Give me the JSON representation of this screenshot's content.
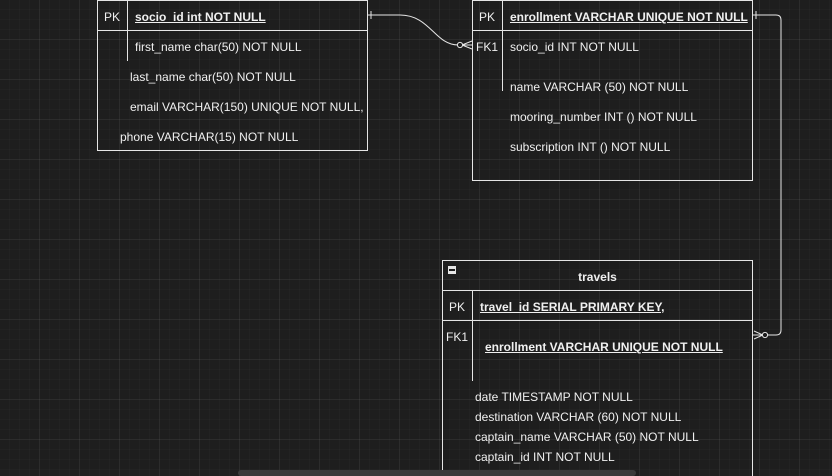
{
  "tables": {
    "socio": {
      "pk_label": "PK",
      "key_column": "socio_id int NOT NULL",
      "columns": [
        "first_name char(50) NOT NULL",
        "last_name char(50) NOT NULL",
        "email VARCHAR(150) UNIQUE NOT NULL,",
        "phone VARCHAR(15) NOT NULL"
      ]
    },
    "enrollment": {
      "pk_label": "PK",
      "key_column": "enrollment VARCHAR UNIQUE NOT NULL",
      "fk_label": "FK1",
      "fk_column": "socio_id INT NOT NULL",
      "columns": [
        "name VARCHAR (50) NOT NULL",
        "mooring_number INT () NOT NULL",
        "subscription INT () NOT NULL"
      ]
    },
    "travels": {
      "title": "travels",
      "pk_label": "PK",
      "key_column": "travel_id SERIAL PRIMARY KEY,",
      "fk_label": "FK1",
      "fk_column": "enrollment VARCHAR UNIQUE NOT NULL",
      "columns": [
        "date TIMESTAMP NOT NULL",
        "destination VARCHAR (60) NOT NULL",
        "captain_name VARCHAR (50) NOT NULL",
        "captain_id INT NOT NULL"
      ]
    }
  },
  "relationships": [
    {
      "from": "socio.socio_id",
      "to": "enrollment.socio_id",
      "from_end": "one",
      "to_end": "zero-or-many"
    },
    {
      "from": "enrollment.enrollment",
      "to": "travels.enrollment",
      "from_end": "one",
      "to_end": "zero-or-many"
    }
  ],
  "colors": {
    "canvas": "#1e1e1e",
    "stroke": "#e6e6e6",
    "text": "#f0f0f0"
  }
}
